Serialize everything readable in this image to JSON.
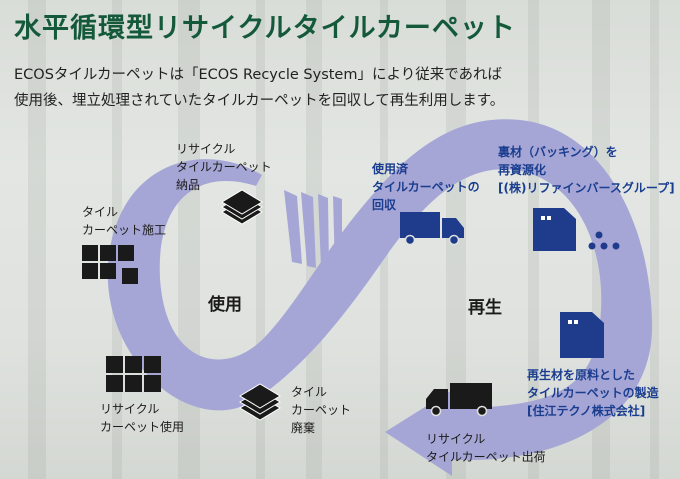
{
  "header": {
    "title": "水平循環型リサイクルタイルカーペット",
    "intro_line1": "ECOSタイルカーペットは「ECOS Recycle System」により従来であれば",
    "intro_line2": "使用後、埋立処理されていたタイルカーペットを回収して再生利用します。"
  },
  "center_labels": {
    "left": "使用",
    "right": "再生"
  },
  "steps": {
    "delivery": [
      "リサイクル",
      "タイルカーペット",
      "納品"
    ],
    "installation": [
      "タイル",
      "カーペット施工"
    ],
    "in_use": [
      "リサイクル",
      "カーペット使用"
    ],
    "disposal": [
      "タイル",
      "カーペット",
      "廃棄"
    ],
    "collection": [
      "使用済",
      "タイルカーペットの",
      "回収"
    ],
    "backing_recovery": [
      "裏材（バッキング）を",
      "再資源化",
      "[(株)リファインバースグループ]"
    ],
    "manufacturing": [
      "再生材を原料とした",
      "タイルカーペットの製造",
      "[住江テクノ株式会社]"
    ],
    "shipment": [
      "リサイクル",
      "タイルカーペット出荷"
    ]
  },
  "colors": {
    "title": "#14593a",
    "loop": "#a6a6d6",
    "accent_blue": "#1f3c8c",
    "icon_dark": "#1a1a1a"
  },
  "icons": [
    "tile-stack-icon",
    "tile-grid-icon",
    "truck-icon",
    "material-sheet-icon",
    "pellet-dots-icon"
  ]
}
